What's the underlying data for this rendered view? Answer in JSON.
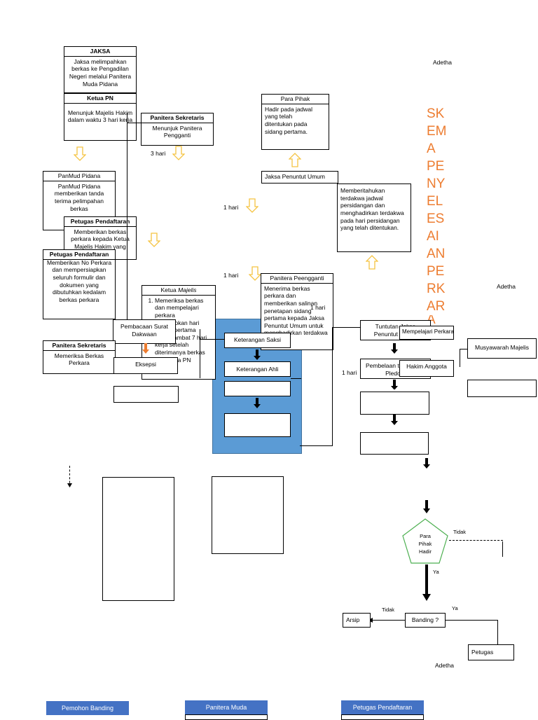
{
  "title_vertical": [
    "SK",
    "EM",
    "A",
    "PE",
    "NY",
    "EL",
    "ES",
    "AI",
    "AN",
    "PE",
    "RK",
    "AR",
    "A"
  ],
  "author": [
    "Adetha",
    "Adetha",
    "Adetha"
  ],
  "jaksa": {
    "header": "JAKSA",
    "text": "Jaksa melimpahkan berkas ke Pengadilan Negeri melalui Panitera Muda Pidana"
  },
  "ketua_pn": {
    "header": "Ketua PN",
    "text": "Menunjuk Majelis Hakim dalam waktu 3 hari kerja"
  },
  "panitera_sekretaris_1": {
    "header": "Panitera Sekretaris",
    "text": "Menunjuk Panitera Pengganti"
  },
  "duration_3hari": "3 hari",
  "panmud": {
    "header": "PanMud Pidana",
    "text": "PanMud Pidana memberikan tanda terima pelimpahan berkas"
  },
  "petugas_pendaftaran_1": {
    "header": "Petugas Pendaftaran",
    "text": "Memberikan berkas perkara kepada Ketua Majelis Hakim yang ditunjuk"
  },
  "petugas_pendaftaran_2": {
    "header": "Petugas Pendaftaran",
    "text": "Memberikan No Perkara dan mempersiapkan seluruh formulir dan dokumen yang dibutuhkan kedalam berkas perkara"
  },
  "panitera_sekretaris_2": {
    "header": "Panitera Sekretaris",
    "text": "Memeriksa Berkas Perkara"
  },
  "ketua_majelis": {
    "header_pre": "Ketua ",
    "header_em": "Majelis",
    "item1": "Memeriksa berkas dan mempelajari perkara",
    "item2": "Menetapkan hari sidang pertama paling lambat 7 hari kerja setelah diterimanya berkas dari ketua PN"
  },
  "para_pihak": {
    "header": "Para Pihak",
    "text": "Hadir pada jadwal yang telah ditentukan pada sidang pertama."
  },
  "jaksa_pu": "Jaksa Penuntut Umum",
  "jaksa_pu_text": "Memberitahukan terdakwa jadwal persidangan dan menghadirkan terdakwa pada hari persidangan yang telah ditentukan.",
  "duration_1hari": [
    "1 hari",
    "1 hari",
    "1 hari",
    "1 hari"
  ],
  "panitera_pengganti": {
    "header": "Panitera Peengganti",
    "text": "Menerima berkas perkara dan memberikan salinan penetapan sidang pertama kepada Jaksa Penuntut Umum untuk menghadirkan terdakwa"
  },
  "pembacaan_surat_dakwaan": "Pembacaan Surat Dakwaan",
  "eksepsi": "Eksepsi",
  "keterangan_saksi": "Keterangan Saksi",
  "keterangan_ahli": "Keterangan Ahli",
  "tuntutan": "Tuntutan Jaksa Penuntut Umum",
  "mempelajari": "Mempelajari Perkara",
  "pembelaan": "Pembelaan terdakwa ( Pledoi )",
  "hakim_anggota": "Hakim Anggota",
  "musyawarah": "Musyawarah Majelis",
  "para_pihak_hadir": "Para Pihak Hadir",
  "tidak": [
    "Tidak",
    "Tidak"
  ],
  "ya": [
    "Ya",
    "Ya"
  ],
  "banding": "Banding ?",
  "arsip": "Arsip",
  "petugas": "Petugas",
  "bottom_headers": [
    "Pemohon Banding",
    "Panitera Muda",
    "Petugas Pendaftaran"
  ],
  "colors": {
    "accent_orange": "#ed7d31",
    "blue_fill": "#5b9bd5",
    "header_blue": "#4472c4",
    "arrow_yellow": "#f5c342"
  }
}
